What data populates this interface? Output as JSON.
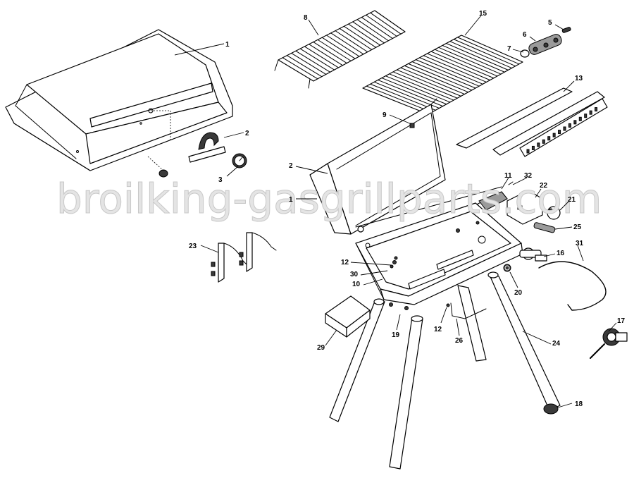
{
  "watermark": "broilking-gasgrillparts.com",
  "callouts": [
    {
      "id": "c1a",
      "label": "1"
    },
    {
      "id": "c2a",
      "label": "2"
    },
    {
      "id": "c3",
      "label": "3"
    },
    {
      "id": "c23",
      "label": "23"
    },
    {
      "id": "c8",
      "label": "8"
    },
    {
      "id": "c15",
      "label": "15"
    },
    {
      "id": "c5",
      "label": "5"
    },
    {
      "id": "c6",
      "label": "6"
    },
    {
      "id": "c7",
      "label": "7"
    },
    {
      "id": "c13",
      "label": "13"
    },
    {
      "id": "c9",
      "label": "9"
    },
    {
      "id": "c2b",
      "label": "2"
    },
    {
      "id": "c1b",
      "label": "1"
    },
    {
      "id": "c11",
      "label": "11"
    },
    {
      "id": "c32",
      "label": "32"
    },
    {
      "id": "c22",
      "label": "22"
    },
    {
      "id": "c21",
      "label": "21"
    },
    {
      "id": "c25",
      "label": "25"
    },
    {
      "id": "c31",
      "label": "31"
    },
    {
      "id": "c16",
      "label": "16"
    },
    {
      "id": "c12a",
      "label": "12"
    },
    {
      "id": "c30",
      "label": "30"
    },
    {
      "id": "c10",
      "label": "10"
    },
    {
      "id": "c20",
      "label": "20"
    },
    {
      "id": "c12b",
      "label": "12"
    },
    {
      "id": "c19",
      "label": "19"
    },
    {
      "id": "c26",
      "label": "26"
    },
    {
      "id": "c29",
      "label": "29"
    },
    {
      "id": "c24",
      "label": "24"
    },
    {
      "id": "c17",
      "label": "17"
    },
    {
      "id": "c18",
      "label": "18"
    }
  ]
}
